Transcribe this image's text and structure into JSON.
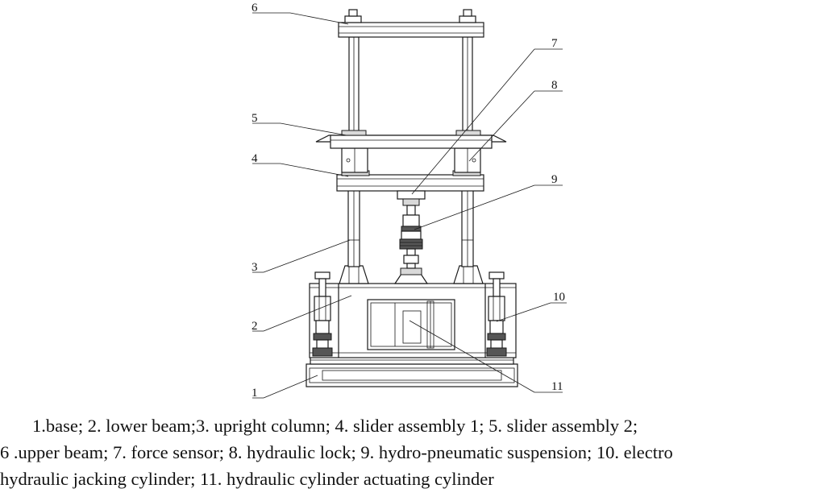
{
  "callouts": [
    "1",
    "2",
    "3",
    "4",
    "5",
    "6",
    "7",
    "8",
    "9",
    "10",
    "11"
  ],
  "caption": {
    "line1": "1.base; 2. lower beam;3. upright column; 4. slider assembly 1; 5. slider assembly 2;",
    "line2": "6 .upper beam; 7. force sensor; 8. hydraulic lock; 9. hydro-pneumatic suspension; 10. electro",
    "line3": "hydraulic jacking cylinder; 11. hydraulic cylinder actuating cylinder"
  }
}
